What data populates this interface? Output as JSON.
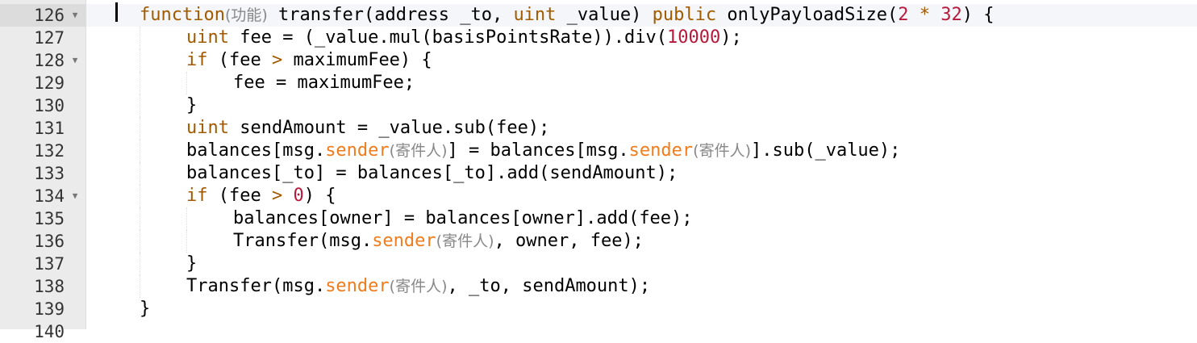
{
  "editor": {
    "lines": [
      {
        "number": "126",
        "foldable": true,
        "active": true,
        "indent": 0,
        "tokens": [
          {
            "t": "function",
            "c": "kw"
          },
          {
            "t": "(功能)",
            "c": "annot"
          },
          {
            "t": " transfer(address _to, ",
            "c": "plain"
          },
          {
            "t": "uint",
            "c": "kw"
          },
          {
            "t": " _value) ",
            "c": "plain"
          },
          {
            "t": "public",
            "c": "kw"
          },
          {
            "t": " onlyPayloadSize(",
            "c": "plain"
          },
          {
            "t": "2",
            "c": "num"
          },
          {
            "t": " ",
            "c": "plain"
          },
          {
            "t": "*",
            "c": "kw"
          },
          {
            "t": " ",
            "c": "plain"
          },
          {
            "t": "32",
            "c": "num"
          },
          {
            "t": ") {",
            "c": "plain"
          }
        ]
      },
      {
        "number": "127",
        "foldable": false,
        "indent": 1,
        "tokens": [
          {
            "t": "uint",
            "c": "kw"
          },
          {
            "t": " fee = (_value.mul(basisPointsRate)).div(",
            "c": "plain"
          },
          {
            "t": "10000",
            "c": "num"
          },
          {
            "t": ");",
            "c": "plain"
          }
        ]
      },
      {
        "number": "128",
        "foldable": true,
        "indent": 1,
        "tokens": [
          {
            "t": "if",
            "c": "kw"
          },
          {
            "t": " (fee ",
            "c": "plain"
          },
          {
            "t": ">",
            "c": "kw"
          },
          {
            "t": " maximumFee) {",
            "c": "plain"
          }
        ]
      },
      {
        "number": "129",
        "foldable": false,
        "indent": 2,
        "tokens": [
          {
            "t": "fee = maximumFee;",
            "c": "plain"
          }
        ]
      },
      {
        "number": "130",
        "foldable": false,
        "indent": 1,
        "tokens": [
          {
            "t": "}",
            "c": "plain"
          }
        ]
      },
      {
        "number": "131",
        "foldable": false,
        "indent": 1,
        "tokens": [
          {
            "t": "uint",
            "c": "kw"
          },
          {
            "t": " sendAmount = _value.sub(fee);",
            "c": "plain"
          }
        ]
      },
      {
        "number": "132",
        "foldable": false,
        "indent": 1,
        "tokens": [
          {
            "t": "balances[msg.",
            "c": "plain"
          },
          {
            "t": "sender",
            "c": "sender"
          },
          {
            "t": "(寄件人)",
            "c": "annot"
          },
          {
            "t": "] = balances[msg.",
            "c": "plain"
          },
          {
            "t": "sender",
            "c": "sender"
          },
          {
            "t": "(寄件人)",
            "c": "annot"
          },
          {
            "t": "].sub(_value);",
            "c": "plain"
          }
        ]
      },
      {
        "number": "133",
        "foldable": false,
        "indent": 1,
        "tokens": [
          {
            "t": "balances[_to] = balances[_to].add(sendAmount);",
            "c": "plain"
          }
        ]
      },
      {
        "number": "134",
        "foldable": true,
        "indent": 1,
        "tokens": [
          {
            "t": "if",
            "c": "kw"
          },
          {
            "t": " (fee ",
            "c": "plain"
          },
          {
            "t": ">",
            "c": "kw"
          },
          {
            "t": " ",
            "c": "plain"
          },
          {
            "t": "0",
            "c": "num"
          },
          {
            "t": ") {",
            "c": "plain"
          }
        ]
      },
      {
        "number": "135",
        "foldable": false,
        "indent": 2,
        "tokens": [
          {
            "t": "balances[owner] = balances[owner].add(fee);",
            "c": "plain"
          }
        ]
      },
      {
        "number": "136",
        "foldable": false,
        "indent": 2,
        "tokens": [
          {
            "t": "Transfer(msg.",
            "c": "plain"
          },
          {
            "t": "sender",
            "c": "sender"
          },
          {
            "t": "(寄件人)",
            "c": "annot"
          },
          {
            "t": ", owner, fee);",
            "c": "plain"
          }
        ]
      },
      {
        "number": "137",
        "foldable": false,
        "indent": 1,
        "tokens": [
          {
            "t": "}",
            "c": "plain"
          }
        ]
      },
      {
        "number": "138",
        "foldable": false,
        "indent": 1,
        "tokens": [
          {
            "t": "Transfer(msg.",
            "c": "plain"
          },
          {
            "t": "sender",
            "c": "sender"
          },
          {
            "t": "(寄件人)",
            "c": "annot"
          },
          {
            "t": ", _to, sendAmount);",
            "c": "plain"
          }
        ]
      },
      {
        "number": "139",
        "foldable": false,
        "indent": 0,
        "tokens": [
          {
            "t": "}",
            "c": "plain"
          }
        ]
      },
      {
        "number": "140",
        "foldable": false,
        "indent": 0,
        "tokens": []
      }
    ],
    "fold_icon": "chevron-down-icon",
    "colors": {
      "keyword": "#a15a00",
      "number": "#b6193b",
      "sender": "#f07c1c",
      "annotation": "#888888",
      "gutter": "#ebebeb",
      "active_line": "#f4f6fa"
    }
  }
}
